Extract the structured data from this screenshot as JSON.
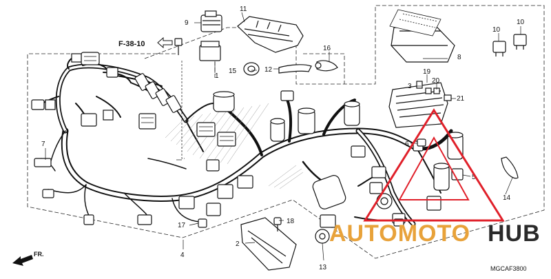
{
  "diagram": {
    "reference": "F-38-10",
    "diagram_code": "MGCAF3800",
    "front_label": "FR.",
    "watermark": {
      "part1": "AUTOMOTO",
      "part2": "HUB",
      "color1": "#e8a23a",
      "color2": "#2a2a2a",
      "triangle_color": "#e0202a"
    },
    "callouts": [
      "1",
      "2",
      "3",
      "4",
      "5",
      "6",
      "7",
      "8",
      "9",
      "10",
      "10",
      "11",
      "12",
      "13",
      "14",
      "15",
      "16",
      "17",
      "18",
      "19",
      "20",
      "21"
    ]
  }
}
